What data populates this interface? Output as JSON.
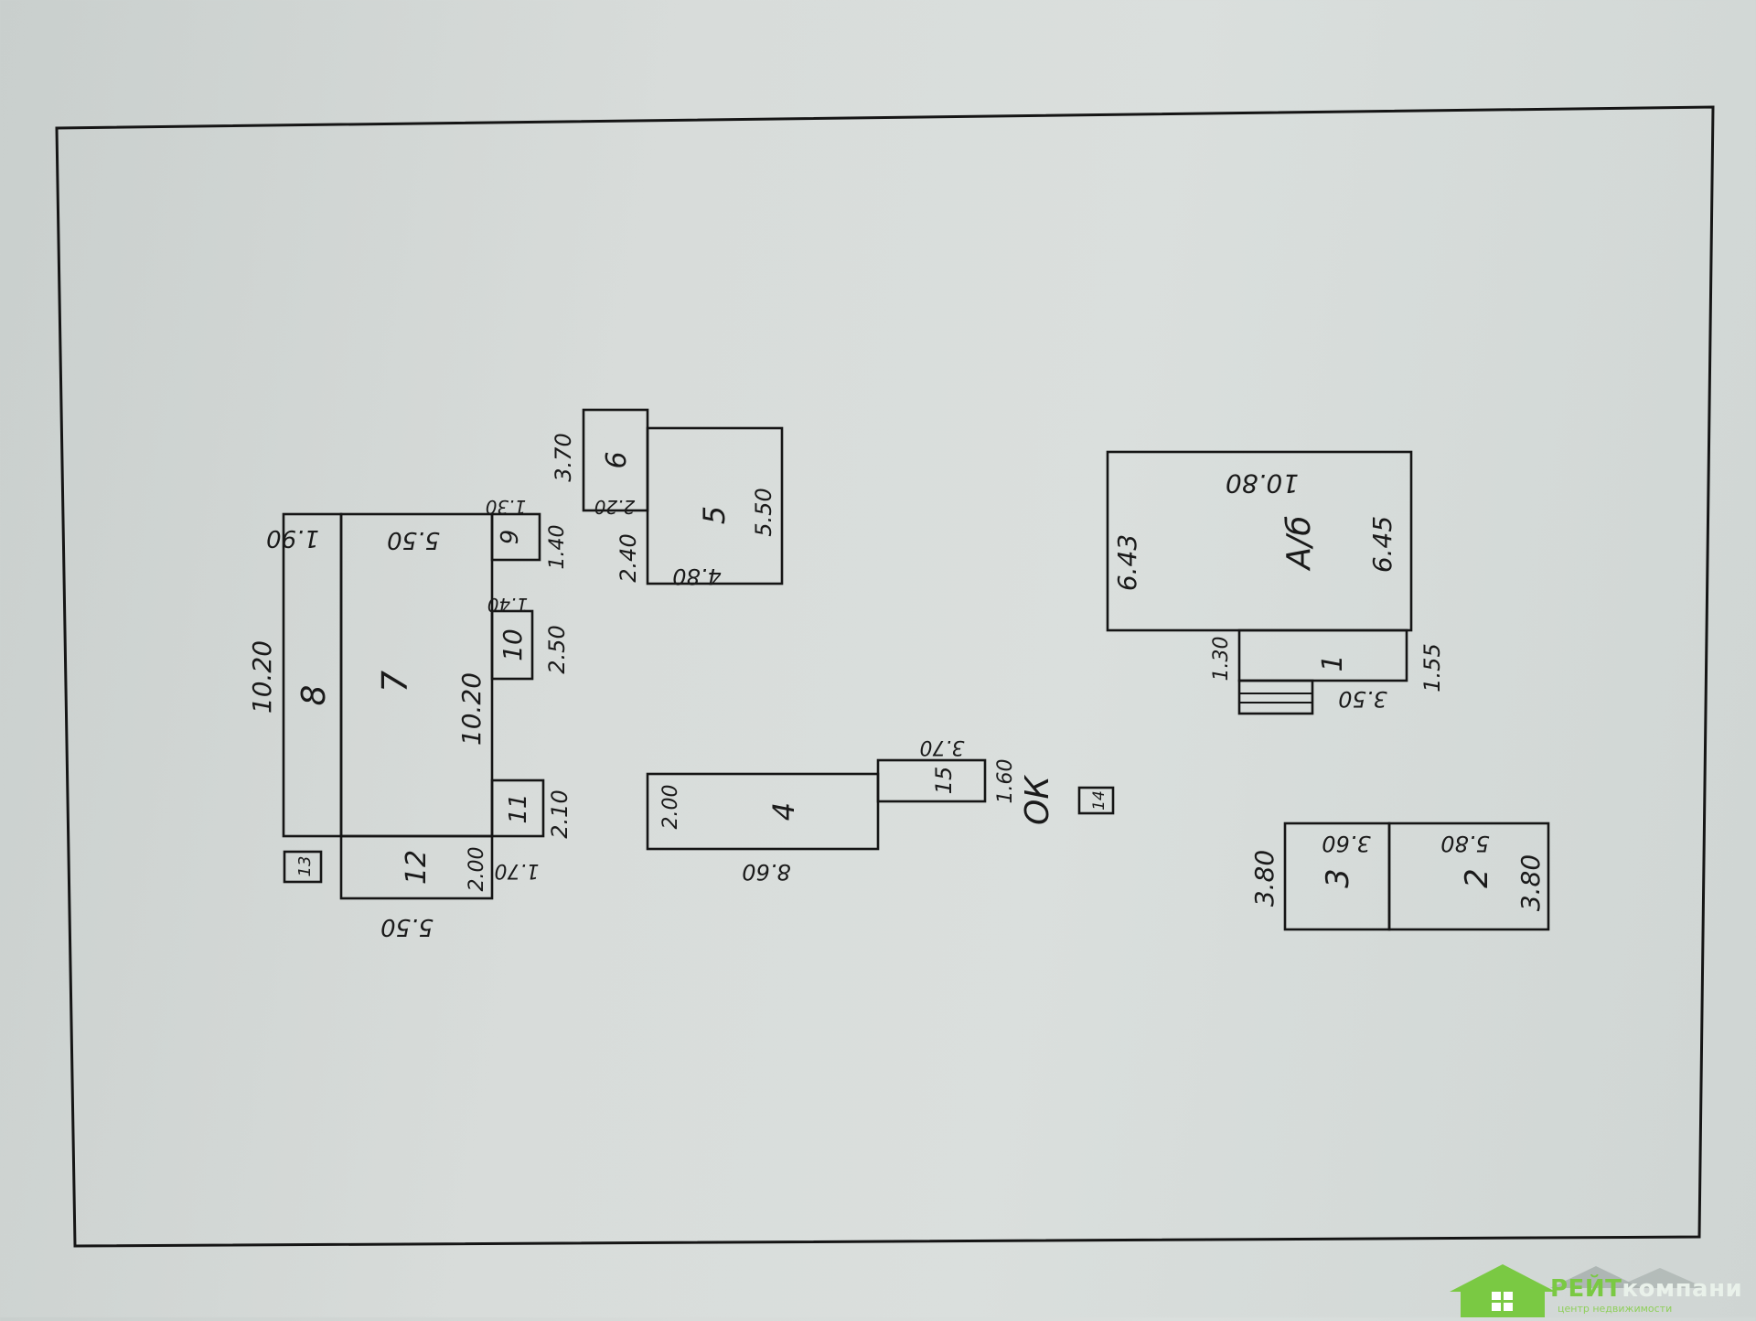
{
  "rooms": {
    "r1": "1",
    "r2": "2",
    "r3": "3",
    "r4": "4",
    "r5": "5",
    "r6": "6",
    "r7": "7",
    "r8": "8",
    "r9": "9",
    "r10": "10",
    "r11": "11",
    "r12": "12",
    "r13": "13",
    "r14": "14",
    "r15": "15",
    "ag": "А/б",
    "ok": "ОК"
  },
  "dims": {
    "r8_h": "10.20",
    "r8_w": "1.90",
    "r7_w": "5.50",
    "r7_h": "10.20",
    "r9_a": "1.30",
    "r9_b": "1.40",
    "r10_a": "1.40",
    "r10_b": "2.50",
    "r11_b": "2.10",
    "r12_a": "2.00",
    "r12_b": "1.70",
    "r12_w": "5.50",
    "r6_a": "3.70",
    "r6_b": "2.20",
    "r5_a": "2.40",
    "r5_b": "4.80",
    "r5_c": "5.50",
    "r4_a": "2.00",
    "r4_b": "8.60",
    "r15_a": "3.70",
    "r15_b": "1.60",
    "ag_a": "10.80",
    "ag_b": "6.43",
    "ag_c": "6.45",
    "r1_a": "1.30",
    "r1_b": "3.50",
    "r1_c": "1.55",
    "r3_a": "3.80",
    "r3_b": "3.60",
    "r2_a": "5.80",
    "r2_b": "3.80"
  },
  "logo": {
    "brand_main": "компани",
    "brand_prefix": "РЕЙТ",
    "brand_sub": "центр недвижимости",
    "colors": {
      "green": "#7ac943",
      "grey": "#9aa3a1"
    }
  }
}
